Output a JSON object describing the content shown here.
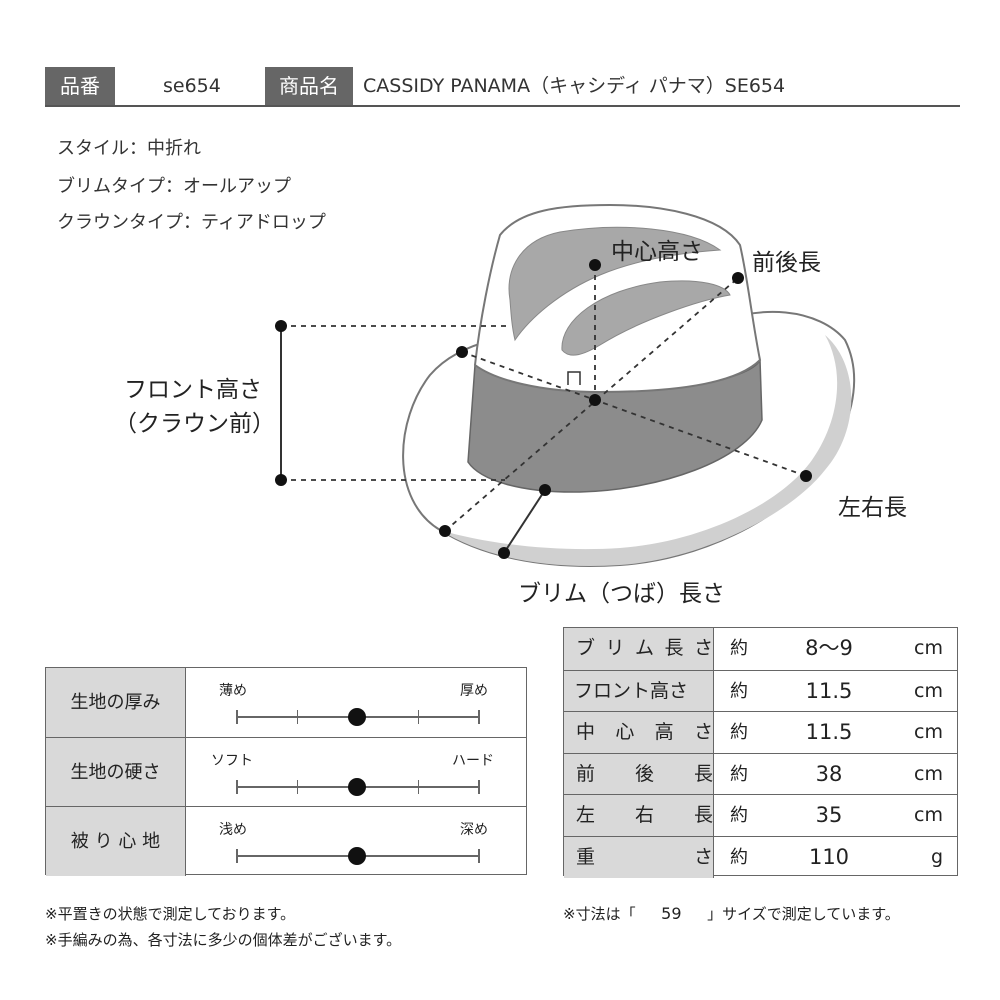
{
  "header": {
    "item_no_label": "品番",
    "item_no_value": "se654",
    "product_name_label": "商品名",
    "product_name_value": "CASSIDY PANAMA（キャシディ パナマ）SE654"
  },
  "style_info": [
    "スタイル：中折れ",
    "ブリムタイプ：オールアップ",
    "クラウンタイプ：ティアドロップ"
  ],
  "diagram": {
    "labels": {
      "center_height": "中心高さ",
      "front_back": "前後長",
      "front_height_line1": "フロント高さ",
      "front_height_line2": "（クラウン前）",
      "left_right": "左右長",
      "brim_length": "ブリム（つば）長さ"
    },
    "colors": {
      "band": "#8c8c8c",
      "crown_inner": "#a8a8a8",
      "brim_edge": "#bdbdbd",
      "outline": "#777777"
    }
  },
  "feel": [
    {
      "label": "生地の厚み",
      "low": "薄め",
      "high": "厚め",
      "level": 0.5,
      "ticks": 5
    },
    {
      "label": "生地の硬さ",
      "low": "ソフト",
      "high": "ハード",
      "level": 0.5,
      "ticks": 5
    },
    {
      "label": "被 り 心 地",
      "low": "浅め",
      "high": "深め",
      "level": 0.5,
      "ticks": 2
    }
  ],
  "specs": [
    {
      "label": [
        "ブ",
        "リ",
        "ム",
        "長",
        "さ"
      ],
      "approx": "約",
      "value": "8～9",
      "unit": "cm"
    },
    {
      "label": [
        "フロント高さ"
      ],
      "approx": "約",
      "value": "11.5",
      "unit": "cm"
    },
    {
      "label": [
        "中",
        "心",
        "高",
        "さ"
      ],
      "approx": "約",
      "value": "11.5",
      "unit": "cm"
    },
    {
      "label": [
        "前",
        "後",
        "長"
      ],
      "approx": "約",
      "value": "38",
      "unit": "cm"
    },
    {
      "label": [
        "左",
        "右",
        "長"
      ],
      "approx": "約",
      "value": "35",
      "unit": "cm"
    },
    {
      "label": [
        "重",
        "さ"
      ],
      "approx": "約",
      "value": "110",
      "unit": "g"
    }
  ],
  "notes": {
    "flat": "※平置きの状態で測定しております。",
    "handmade": "※手編みの為、各寸法に多少の個体差がございます。",
    "size_prefix": "※寸法は「",
    "size_value": "59",
    "size_suffix": "」サイズで測定しています。"
  }
}
